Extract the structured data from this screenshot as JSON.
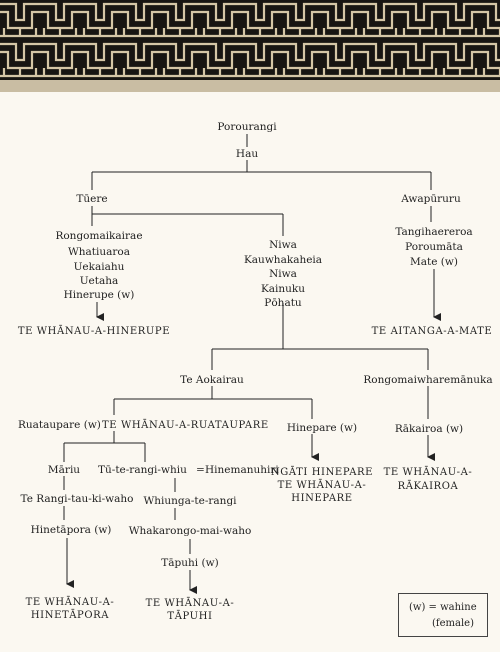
{
  "colors": {
    "background": "#fbf8f1",
    "pattern_dark": "#171512",
    "pattern_light": "#d4c6a6",
    "header_band": "#c9bda3",
    "line": "#222222"
  },
  "people": {
    "porourangi": "Porourangi",
    "hau": "Hau",
    "tuere": "Tūere",
    "awapururu": "Awapūruru",
    "rongomaikairae": "Rongomaikairae",
    "whatiuaroa": "Whatiuaroa",
    "uekaiahu": "Uekaiahu",
    "uetaha": "Uetaha",
    "hinerupe": "Hinerupe (w)",
    "niwa1": "Niwa",
    "kauwhakaheia": "Kauwhakaheia",
    "niwa2": "Niwa",
    "kainuku": "Kainuku",
    "pohatu": "Pōhatu",
    "tangihaereroa": "Tangihaereroa",
    "poroumata": "Poroumāta",
    "mate": "Mate (w)",
    "te_aokairau": "Te Aokairau",
    "rongomaiwharemanuka": "Rongomaiwharemānuka",
    "ruataupare": "Ruataupare (w)",
    "hinepare": "Hinepare (w)",
    "rakairoa": "Rākairoa (w)",
    "mariu": "Māriu",
    "tu_te_rangi_whiu": "Tū-te-rangi-whiu",
    "hinemanuhiri": "Hinemanuhiri",
    "marriage_sign": "=",
    "te_rangi_tau_ki_waho": "Te Rangi-tau-ki-waho",
    "whiunga_te_rangi": "Whiunga-te-rangi",
    "hinetapora": "Hinetāpora (w)",
    "whakarongo_mai_waho": "Whakarongo-mai-waho",
    "tapuhi": "Tāpuhi (w)"
  },
  "groups": {
    "te_whanau_a_hinerupe": "TE WHĀNAU-A-HINERUPE",
    "te_aitanga_a_mate": "TE AITANGA-A-MATE",
    "te_whanau_a_ruataupare": "TE WHĀNAU-A-RUATAUPARE",
    "ngati_hinepare_1": "NGĀTI HINEPARE",
    "ngati_hinepare_2": "TE WHĀNAU-A-",
    "ngati_hinepare_3": "HINEPARE",
    "rakairoa_1": "TE WHĀNAU-A-",
    "rakairoa_2": "RĀKAIROA",
    "hinetapora_1": "TE WHĀNAU-A-",
    "hinetapora_2": "HINETĀPORA",
    "tapuhi_1": "TE WHĀNAU-A-",
    "tapuhi_2": "TĀPUHI"
  },
  "legend": {
    "line1": "(w) = wahine",
    "line2": "(female)"
  }
}
